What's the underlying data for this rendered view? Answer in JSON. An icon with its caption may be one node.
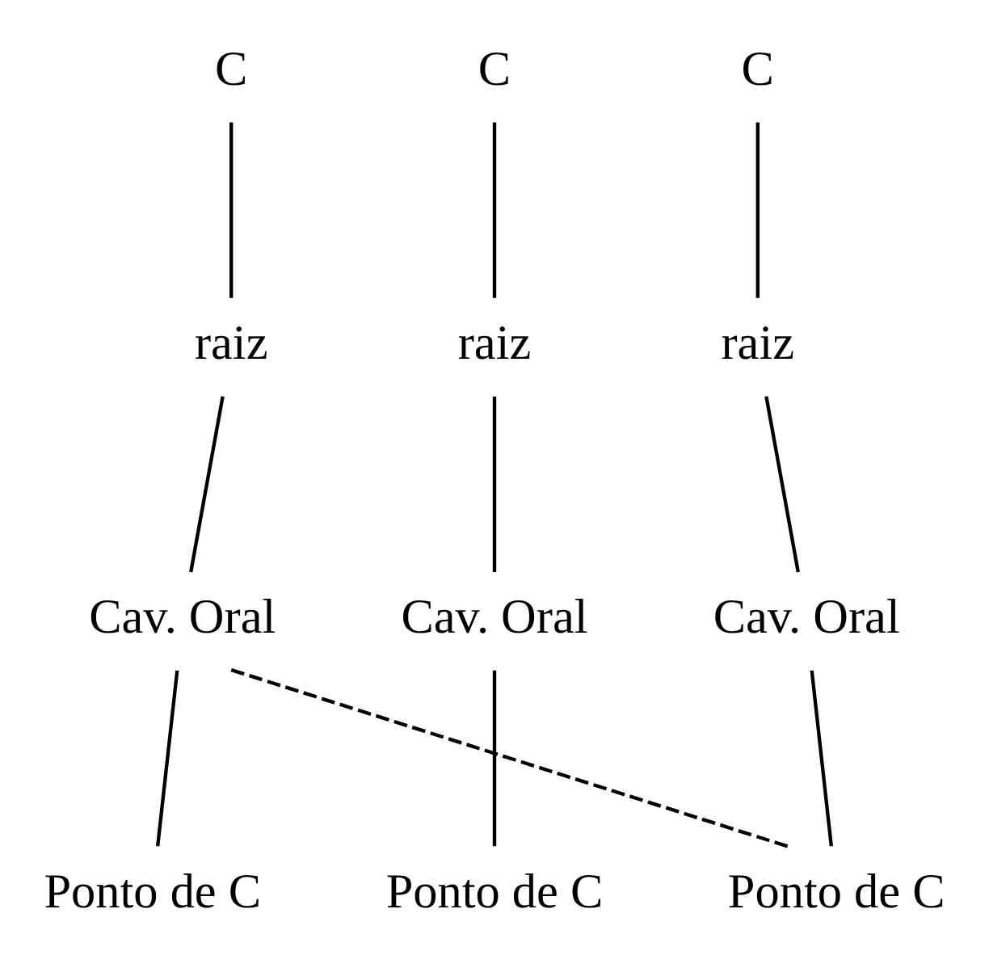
{
  "diagram": {
    "nodes": [
      {
        "text": [
          "C"
        ]
      },
      {
        "text": [
          "C"
        ]
      },
      {
        "text": [
          "C"
        ]
      },
      {
        "text": [
          "raiz"
        ]
      },
      {
        "text": [
          "raiz"
        ]
      },
      {
        "text": [
          "raiz"
        ]
      },
      {
        "text": [
          "Cav. Oral"
        ]
      },
      {
        "text": [
          "Cav. Oral"
        ]
      },
      {
        "text": [
          "Cav. Oral"
        ]
      },
      {
        "text": [
          "Ponto de C"
        ]
      },
      {
        "text": [
          "Ponto de C"
        ]
      },
      {
        "text": [
          "Ponto de C"
        ]
      }
    ],
    "edges": [
      {
        "from": 0,
        "to": 3,
        "arrow": "none"
      },
      {
        "from": 3,
        "to": 6,
        "arrow": "none"
      },
      {
        "from": 6,
        "to": 9,
        "arrow": "none"
      },
      {
        "from": 1,
        "to": 4,
        "arrow": "none"
      },
      {
        "from": 4,
        "to": 7,
        "arrow": "none"
      },
      {
        "from": 7,
        "to": 10,
        "arrow": "none"
      },
      {
        "from": 2,
        "to": 5,
        "arrow": "none"
      },
      {
        "from": 5,
        "to": 8,
        "arrow": "none"
      },
      {
        "from": 8,
        "to": 11,
        "arrow": "none"
      },
      {
        "from": 6,
        "to": 11,
        "arrow": "none",
        "style": "dashed"
      }
    ]
  }
}
